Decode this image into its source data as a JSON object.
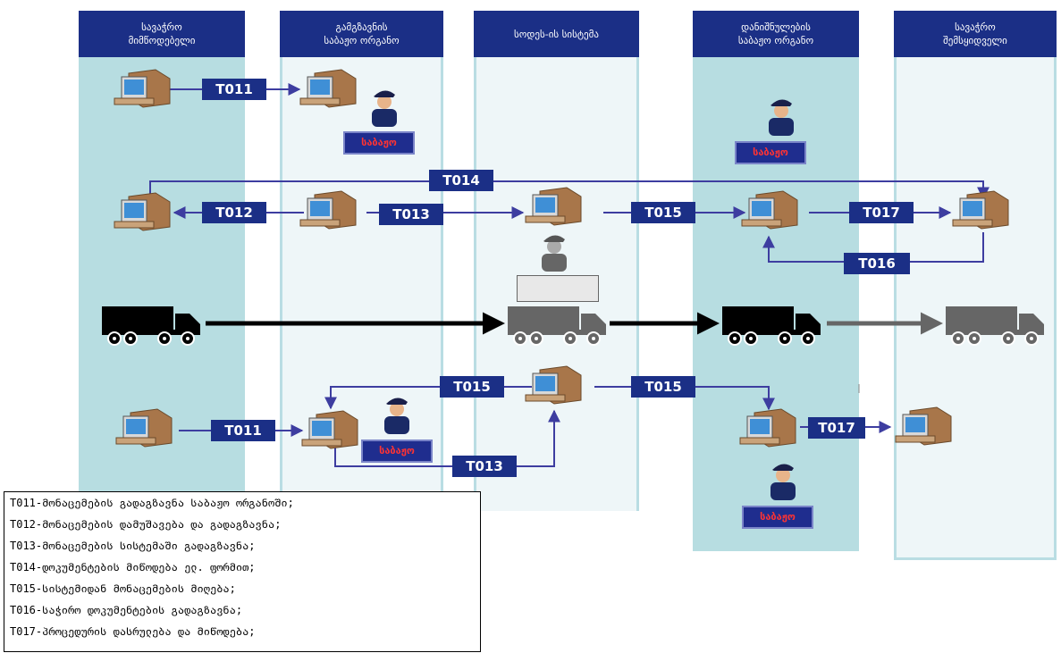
{
  "lanes": [
    {
      "id": "supplier",
      "header": "სავაჭრო\nმიმწოდებელი"
    },
    {
      "id": "dispatch",
      "header": "გამგზავნის\nსაბაჟო ორგანო"
    },
    {
      "id": "system",
      "header": "სოდეს-ის სისტემა"
    },
    {
      "id": "destination",
      "header": "დანიშნულების\nსაბაჟო ორგანო"
    },
    {
      "id": "receiver",
      "header": "სავაჭრო\nშემსყიდველი"
    }
  ],
  "flow_labels": {
    "t011_top": "T011",
    "t014": "T014",
    "t012": "T012",
    "t013_top": "T013",
    "t015_top": "T015",
    "t017_top": "T017",
    "t016": "T016",
    "t015_bottom_left": "T015",
    "t015_bottom_right": "T015",
    "t011_bottom": "T011",
    "t013_bottom": "T013",
    "t017_bottom": "T017"
  },
  "customs_label": "საბაჟო",
  "legend": [
    "T011-მონაცემების გადაგზავნა საბაჟო ორგანოში;",
    "T012-მონაცემების დამუშავება და გადაგზავნა;",
    "T013-მონაცემების სისტემაში გადაგზავნა;",
    "T014-დოკუმენტების მიწოდება ელ. ფორმით;",
    "T015-სისტემიდან მონაცემების მიღება;",
    "T016-საჭირო დოკუმენტების გადაგზავნა;",
    "T017-პროცედურის დასრულება და მიწოდება;"
  ],
  "icons": {
    "computer": "computer-icon",
    "officer": "customs-officer-icon",
    "truck": "truck-icon"
  },
  "colors": {
    "header_bg": "#1b2f86",
    "lane_teal": "#b7dde1",
    "flow_line": "#3d3da0",
    "label_bg": "#1b2f86",
    "customs_text": "#ff3333"
  }
}
